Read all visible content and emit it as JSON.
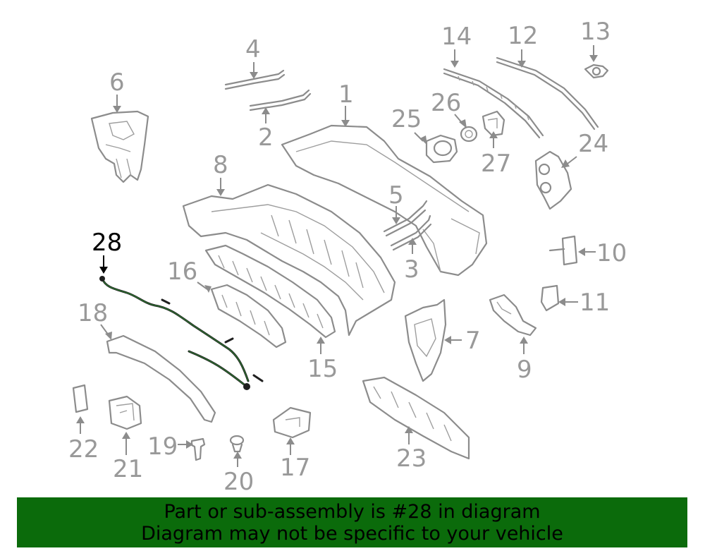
{
  "diagram": {
    "highlighted_callout": "28",
    "callouts": [
      "1",
      "2",
      "3",
      "4",
      "5",
      "6",
      "7",
      "8",
      "9",
      "10",
      "11",
      "12",
      "13",
      "14",
      "15",
      "16",
      "17",
      "18",
      "19",
      "20",
      "21",
      "22",
      "23",
      "24",
      "25",
      "26",
      "27",
      "28"
    ],
    "colors": {
      "part_stroke": "#8c8c8c",
      "label": "#999999",
      "highlight": "#000000",
      "harness_accent": "#2e7d32"
    }
  },
  "banner": {
    "line1": "Part or sub-assembly is #28 in diagram",
    "line2": "Diagram may not be specific to your vehicle",
    "background": "#0b6b0b"
  }
}
